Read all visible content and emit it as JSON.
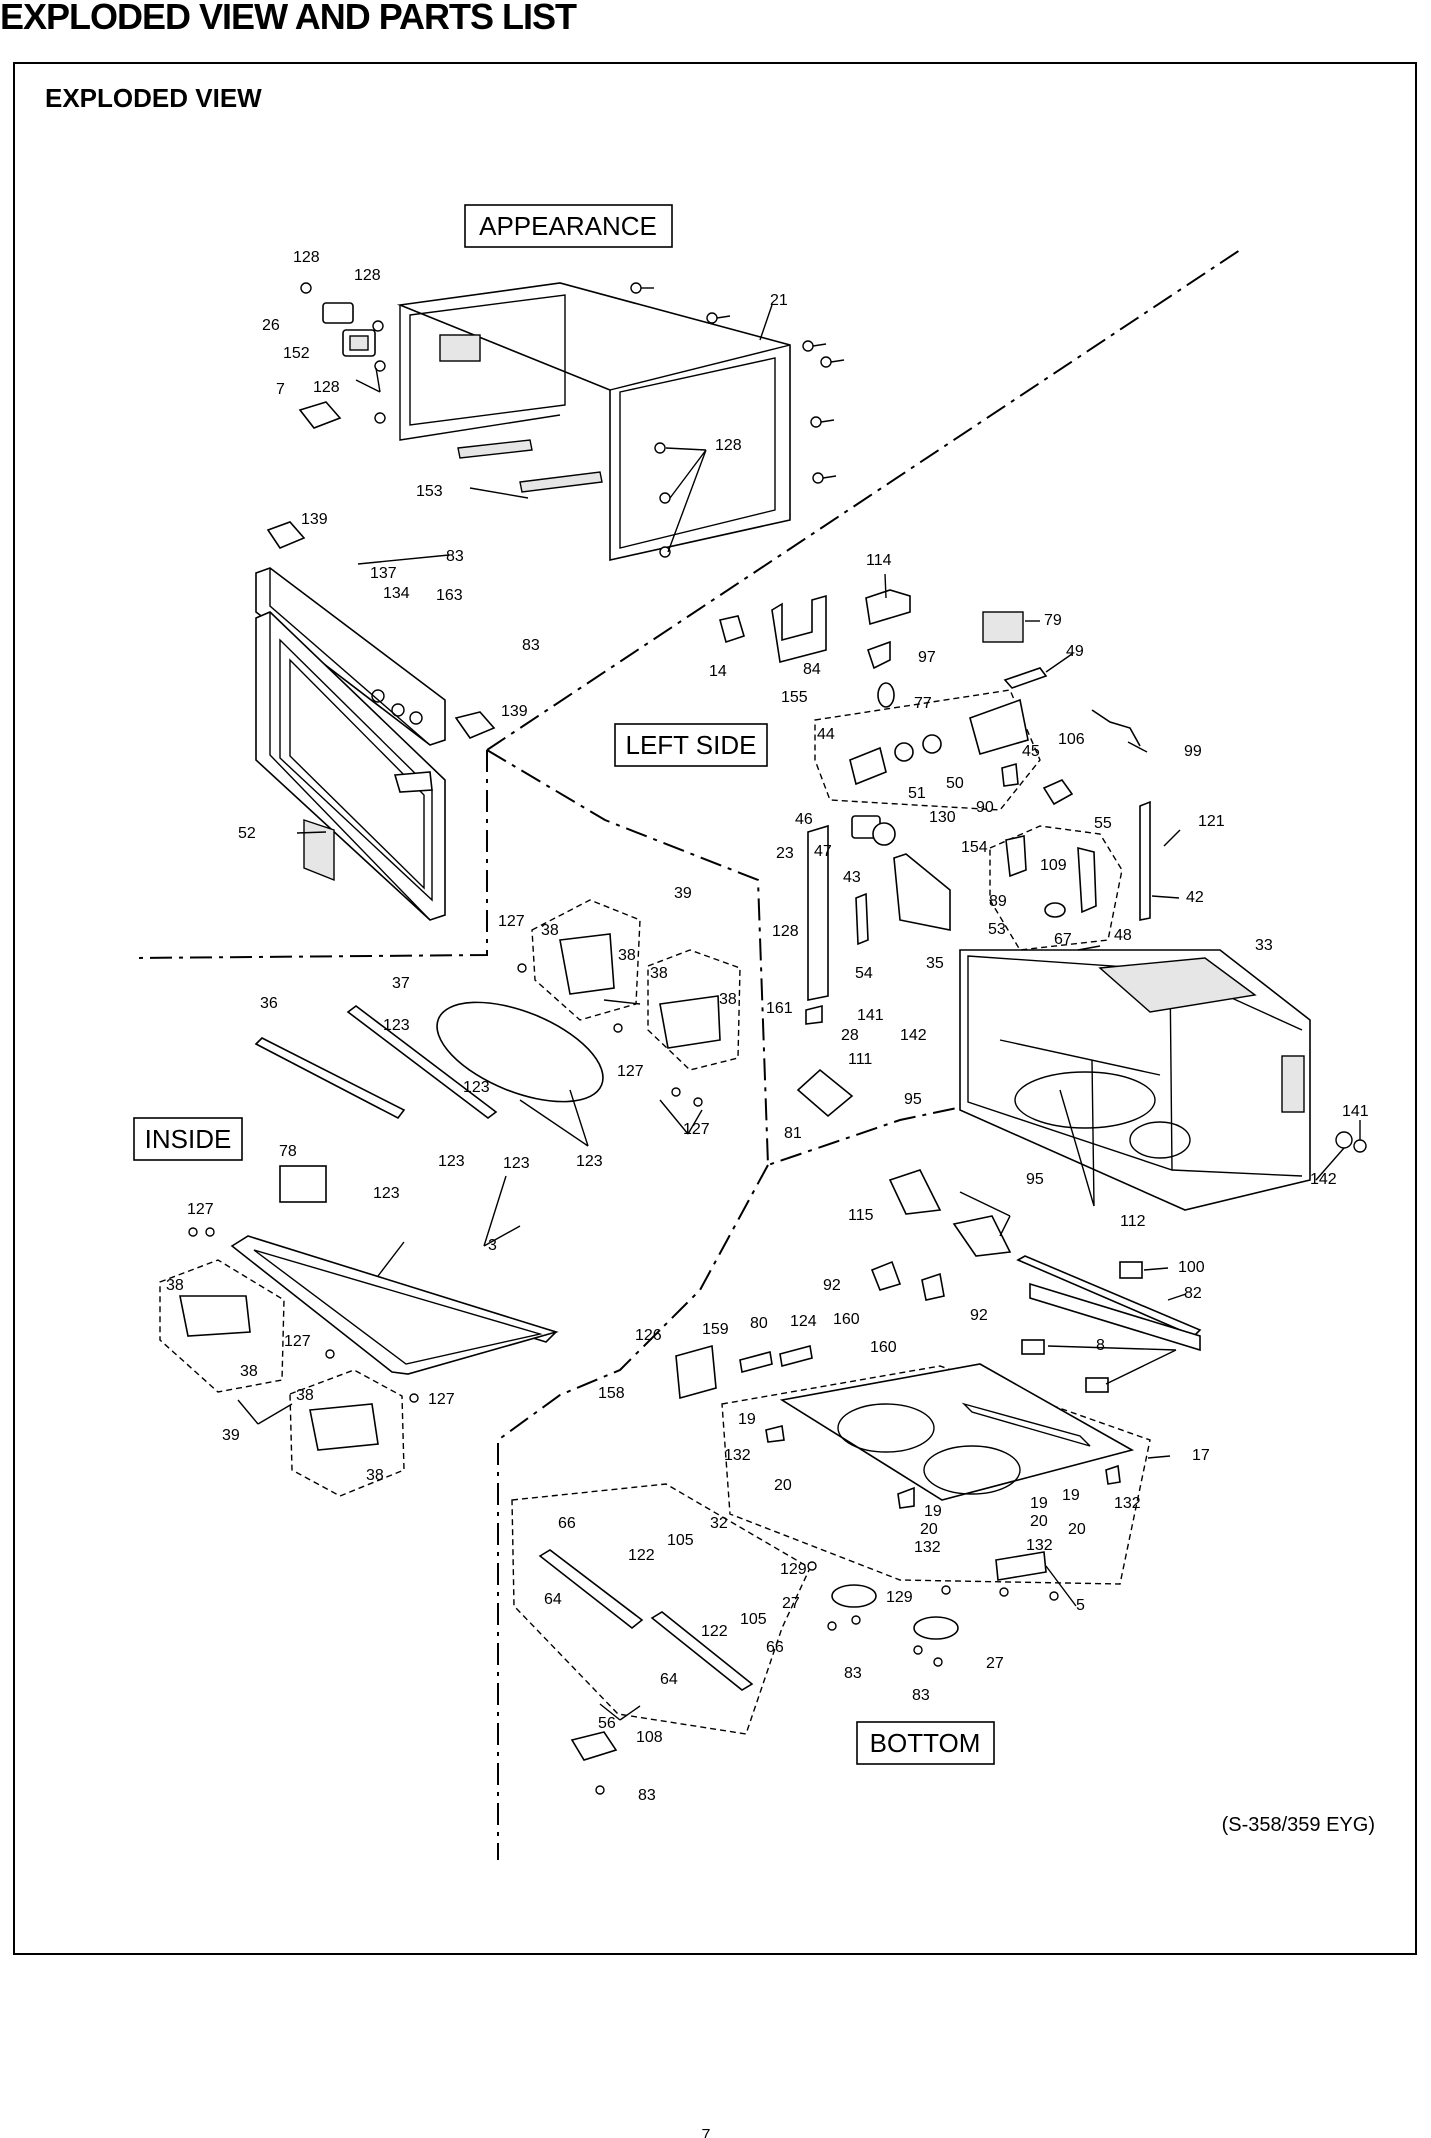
{
  "page_title": "EXPLODED VIEW AND PARTS LIST",
  "section_title": "EXPLODED VIEW",
  "model_code": "(S-358/359 EYG)",
  "page_number": "7",
  "group_labels": {
    "appearance": "APPEARANCE",
    "left_side": "LEFT SIDE",
    "inside": "INSIDE",
    "bottom": "BOTTOM"
  },
  "callouts": [
    {
      "id": "c1",
      "text": "128"
    },
    {
      "id": "c2",
      "text": "128"
    },
    {
      "id": "c3",
      "text": "26"
    },
    {
      "id": "c4",
      "text": "152"
    },
    {
      "id": "c5",
      "text": "7"
    },
    {
      "id": "c6",
      "text": "128"
    },
    {
      "id": "c7",
      "text": "21"
    },
    {
      "id": "c8",
      "text": "128"
    },
    {
      "id": "c9",
      "text": "153"
    },
    {
      "id": "c10",
      "text": "139"
    },
    {
      "id": "c11",
      "text": "83"
    },
    {
      "id": "c12",
      "text": "137"
    },
    {
      "id": "c13",
      "text": "134"
    },
    {
      "id": "c14",
      "text": "163"
    },
    {
      "id": "c15",
      "text": "83"
    },
    {
      "id": "c16",
      "text": "139"
    },
    {
      "id": "c17",
      "text": "52"
    },
    {
      "id": "c18",
      "text": "114"
    },
    {
      "id": "c19",
      "text": "79"
    },
    {
      "id": "c20",
      "text": "14"
    },
    {
      "id": "c21",
      "text": "84"
    },
    {
      "id": "c22",
      "text": "97"
    },
    {
      "id": "c23",
      "text": "49"
    },
    {
      "id": "c24",
      "text": "77"
    },
    {
      "id": "c25",
      "text": "155"
    },
    {
      "id": "c26",
      "text": "44"
    },
    {
      "id": "c27",
      "text": "45"
    },
    {
      "id": "c28",
      "text": "106"
    },
    {
      "id": "c29",
      "text": "99"
    },
    {
      "id": "c30",
      "text": "51"
    },
    {
      "id": "c31",
      "text": "50"
    },
    {
      "id": "c32",
      "text": "90"
    },
    {
      "id": "c33",
      "text": "55"
    },
    {
      "id": "c34",
      "text": "46"
    },
    {
      "id": "c35",
      "text": "130"
    },
    {
      "id": "c36",
      "text": "121"
    },
    {
      "id": "c37",
      "text": "23"
    },
    {
      "id": "c38",
      "text": "47"
    },
    {
      "id": "c39",
      "text": "154"
    },
    {
      "id": "c40",
      "text": "109"
    },
    {
      "id": "c41",
      "text": "43"
    },
    {
      "id": "c42",
      "text": "42"
    },
    {
      "id": "c43",
      "text": "89"
    },
    {
      "id": "c44",
      "text": "53"
    },
    {
      "id": "c45",
      "text": "67"
    },
    {
      "id": "c46",
      "text": "48"
    },
    {
      "id": "c47",
      "text": "128"
    },
    {
      "id": "c48",
      "text": "54"
    },
    {
      "id": "c49",
      "text": "35"
    },
    {
      "id": "c50",
      "text": "33"
    },
    {
      "id": "c51",
      "text": "161"
    },
    {
      "id": "c52",
      "text": "28"
    },
    {
      "id": "c53",
      "text": "141"
    },
    {
      "id": "c54",
      "text": "142"
    },
    {
      "id": "c55",
      "text": "39"
    },
    {
      "id": "c56",
      "text": "127"
    },
    {
      "id": "c57",
      "text": "38"
    },
    {
      "id": "c58",
      "text": "38"
    },
    {
      "id": "c59",
      "text": "38"
    },
    {
      "id": "c60",
      "text": "38"
    },
    {
      "id": "c61",
      "text": "37"
    },
    {
      "id": "c62",
      "text": "36"
    },
    {
      "id": "c63",
      "text": "123"
    },
    {
      "id": "c64",
      "text": "123"
    },
    {
      "id": "c65",
      "text": "127"
    },
    {
      "id": "c66",
      "text": "127"
    },
    {
      "id": "c67",
      "text": "123"
    },
    {
      "id": "c68",
      "text": "123"
    },
    {
      "id": "c69",
      "text": "123"
    },
    {
      "id": "c70",
      "text": "111"
    },
    {
      "id": "c71",
      "text": "81"
    },
    {
      "id": "c72",
      "text": "95"
    },
    {
      "id": "c73",
      "text": "95"
    },
    {
      "id": "c74",
      "text": "141"
    },
    {
      "id": "c75",
      "text": "142"
    },
    {
      "id": "c76",
      "text": "112"
    },
    {
      "id": "c77",
      "text": "78"
    },
    {
      "id": "c78",
      "text": "123"
    },
    {
      "id": "c79",
      "text": "127"
    },
    {
      "id": "c80",
      "text": "3"
    },
    {
      "id": "c81",
      "text": "115"
    },
    {
      "id": "c82",
      "text": "100"
    },
    {
      "id": "c83",
      "text": "82"
    },
    {
      "id": "c84",
      "text": "38"
    },
    {
      "id": "c85",
      "text": "38"
    },
    {
      "id": "c86",
      "text": "127"
    },
    {
      "id": "c87",
      "text": "38"
    },
    {
      "id": "c88",
      "text": "127"
    },
    {
      "id": "c89",
      "text": "39"
    },
    {
      "id": "c90",
      "text": "38"
    },
    {
      "id": "c91",
      "text": "92"
    },
    {
      "id": "c92",
      "text": "92"
    },
    {
      "id": "c93",
      "text": "160"
    },
    {
      "id": "c94",
      "text": "160"
    },
    {
      "id": "c95",
      "text": "126"
    },
    {
      "id": "c96",
      "text": "159"
    },
    {
      "id": "c97",
      "text": "80"
    },
    {
      "id": "c98",
      "text": "124"
    },
    {
      "id": "c99",
      "text": "8"
    },
    {
      "id": "c100",
      "text": "158"
    },
    {
      "id": "c101",
      "text": "17"
    },
    {
      "id": "c102",
      "text": "19"
    },
    {
      "id": "c103",
      "text": "132"
    },
    {
      "id": "c104",
      "text": "20"
    },
    {
      "id": "c105",
      "text": "19"
    },
    {
      "id": "c106",
      "text": "20"
    },
    {
      "id": "c107",
      "text": "132"
    },
    {
      "id": "c108",
      "text": "19"
    },
    {
      "id": "c109",
      "text": "20"
    },
    {
      "id": "c110",
      "text": "19"
    },
    {
      "id": "c111",
      "text": "132"
    },
    {
      "id": "c112",
      "text": "20"
    },
    {
      "id": "c113",
      "text": "132"
    },
    {
      "id": "c114",
      "text": "66"
    },
    {
      "id": "c115",
      "text": "32"
    },
    {
      "id": "c116",
      "text": "105"
    },
    {
      "id": "c117",
      "text": "122"
    },
    {
      "id": "c118",
      "text": "64"
    },
    {
      "id": "c119",
      "text": "129"
    },
    {
      "id": "c120",
      "text": "129"
    },
    {
      "id": "c121",
      "text": "5"
    },
    {
      "id": "c122",
      "text": "122"
    },
    {
      "id": "c123",
      "text": "105"
    },
    {
      "id": "c124",
      "text": "27"
    },
    {
      "id": "c125",
      "text": "66"
    },
    {
      "id": "c126",
      "text": "64"
    },
    {
      "id": "c127",
      "text": "83"
    },
    {
      "id": "c128",
      "text": "27"
    },
    {
      "id": "c129",
      "text": "83"
    },
    {
      "id": "c130",
      "text": "56"
    },
    {
      "id": "c131",
      "text": "108"
    },
    {
      "id": "c132",
      "text": "83"
    }
  ]
}
